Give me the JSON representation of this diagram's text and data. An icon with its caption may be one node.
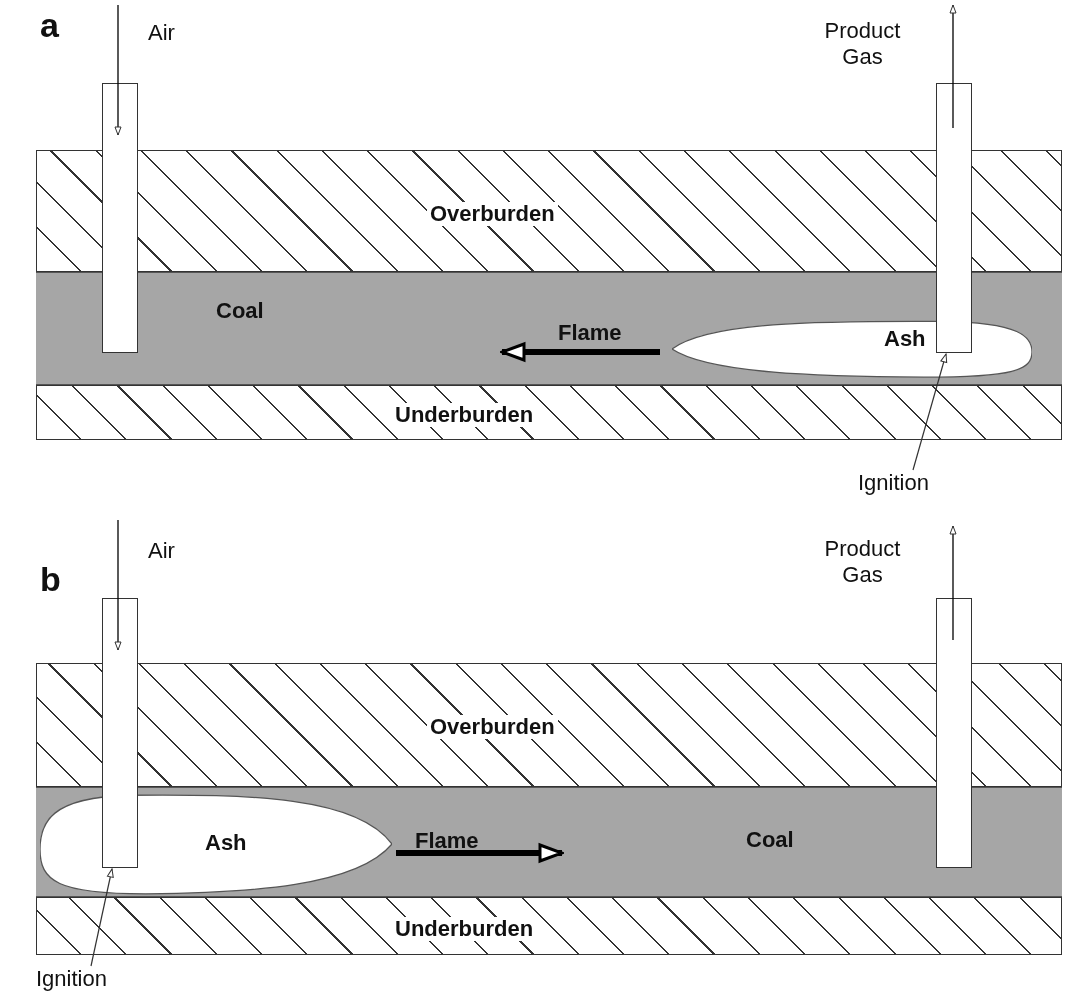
{
  "diagram": {
    "nodes": [
      {
        "text": [
          "Overburden"
        ]
      },
      {
        "text": [
          "Coal"
        ]
      },
      {
        "text": [
          "Ash"
        ],
        "in": 1
      },
      {
        "text": [
          "Underburden"
        ]
      },
      {
        "text": [],
        "shape": "box"
      },
      {
        "text": [],
        "shape": "box"
      },
      {
        "text": [
          "Ignition"
        ]
      },
      {
        "text": [
          "Overburden"
        ]
      },
      {
        "text": [
          "Coal"
        ]
      },
      {
        "text": [
          "Ash"
        ],
        "in": 8
      },
      {
        "text": [
          "Underburden"
        ]
      },
      {
        "text": [],
        "shape": "box"
      },
      {
        "text": [],
        "shape": "box"
      },
      {
        "text": [
          "Ignition"
        ]
      }
    ],
    "edges": [
      {
        "from": 6,
        "to": 5,
        "arrow": "to"
      },
      {
        "from": 13,
        "to": 11,
        "arrow": "to"
      }
    ],
    "labels": [
      "a",
      "Air",
      "Product Gas",
      "Flame",
      "b",
      "Air",
      "Product Gas",
      "Flame"
    ]
  }
}
